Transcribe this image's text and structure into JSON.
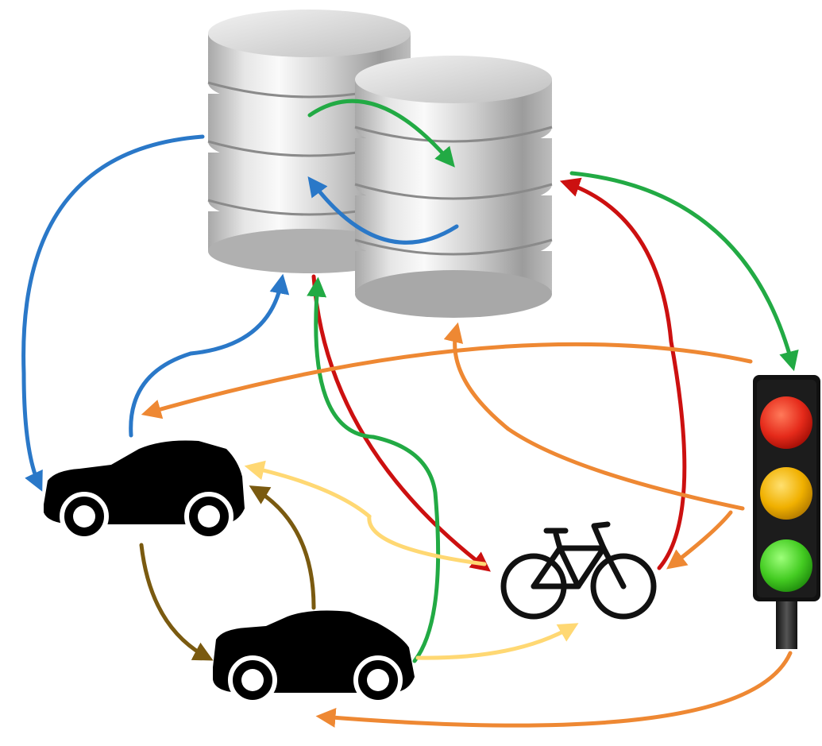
{
  "diagram": {
    "nodes": [
      {
        "id": "database-1",
        "icon": "database-icon"
      },
      {
        "id": "database-2",
        "icon": "database-icon"
      },
      {
        "id": "car-1",
        "icon": "car-icon"
      },
      {
        "id": "car-2",
        "icon": "car-icon"
      },
      {
        "id": "bicycle",
        "icon": "bicycle-icon"
      },
      {
        "id": "traffic-light",
        "icon": "traffic-light-icon"
      }
    ],
    "connections": [
      {
        "from": "database-1",
        "to": "database-2",
        "color": "#22aa44"
      },
      {
        "from": "database-2",
        "to": "database-1",
        "color": "#2a78c8"
      },
      {
        "from": "database-1",
        "to": "car-1",
        "color": "#2a78c8"
      },
      {
        "from": "car-1",
        "to": "database-1",
        "color": "#2a78c8"
      },
      {
        "from": "database-2",
        "to": "traffic-light",
        "color": "#22aa44"
      },
      {
        "from": "bicycle",
        "to": "database-2",
        "color": "#cc1010"
      },
      {
        "from": "database-1",
        "to": "bicycle",
        "color": "#cc1010"
      },
      {
        "from": "car-2",
        "to": "database-1",
        "color": "#22aa44"
      },
      {
        "from": "traffic-light",
        "to": "car-1",
        "color": "#ee8833"
      },
      {
        "from": "traffic-light",
        "to": "database-2",
        "color": "#ee8833"
      },
      {
        "from": "traffic-light",
        "to": "bicycle",
        "color": "#ee8833"
      },
      {
        "from": "traffic-light",
        "to": "car-2",
        "color": "#ee8833"
      },
      {
        "from": "bicycle",
        "to": "car-1",
        "color": "#ffd873"
      },
      {
        "from": "car-2",
        "to": "bicycle",
        "color": "#ffd873"
      },
      {
        "from": "car-1",
        "to": "car-2",
        "color": "#7a5a10"
      },
      {
        "from": "car-2",
        "to": "car-1",
        "color": "#7a5a10"
      }
    ],
    "traffic_light_colors": {
      "red": "#e52a1a",
      "yellow": "#f0b000",
      "green": "#44cc22"
    },
    "arrow_colors": {
      "blue": "#2a78c8",
      "green": "#22aa44",
      "red": "#cc1010",
      "orange": "#ee8833",
      "yellow": "#ffd873",
      "brown": "#7a5a10"
    }
  }
}
